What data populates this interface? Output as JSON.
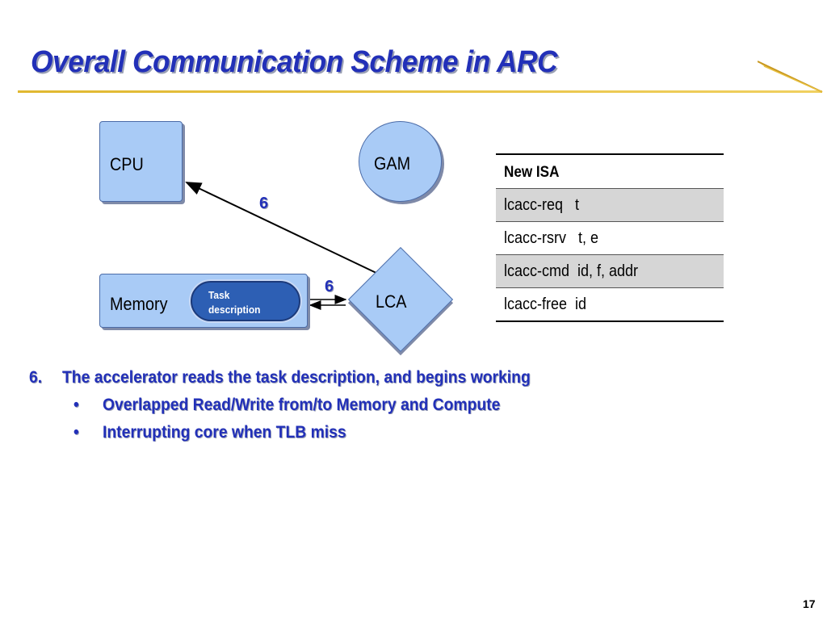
{
  "slide": {
    "title": "Overall Communication Scheme in ARC",
    "page_number": "17"
  },
  "diagram": {
    "cpu_label": "CPU",
    "gam_label": "GAM",
    "memory_label": "Memory",
    "task_line1": "Task",
    "task_line2": "description",
    "lca_label": "LCA",
    "step_label_cpu": "6",
    "step_label_memory": "6"
  },
  "isa_table": {
    "header": "New ISA",
    "rows": [
      "lcacc-req   t",
      "lcacc-rsrv   t, e",
      "lcacc-cmd  id, f, addr",
      "lcacc-free  id"
    ]
  },
  "bullets": {
    "main_number": "6.",
    "main_text": "The accelerator reads the task description, and begins working",
    "bullet_char": "•",
    "sub": [
      "Overlapped Read/Write from/to Memory and Compute",
      "Interrupting core when TLB miss"
    ]
  },
  "colors": {
    "title": "#2230b8",
    "rule": "#e0b830",
    "box_fill": "#a9cbf6",
    "pill_fill": "#2d5fb4"
  }
}
